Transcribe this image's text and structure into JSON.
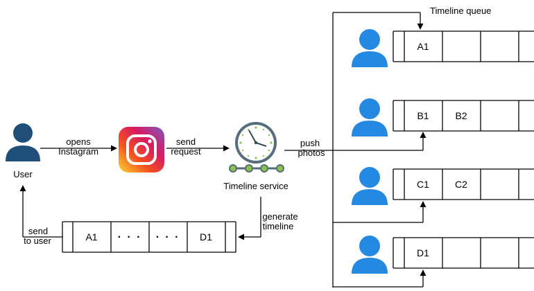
{
  "colors": {
    "user_dark": "#1f4e79",
    "follower_blue": "#2489e0",
    "clock_face": "#ffffff",
    "clock_rim": "#546e7a",
    "clock_base": "#546e7a",
    "clock_node": "#8bc34a",
    "line": "#000000"
  },
  "user": {
    "label": "User"
  },
  "instagram": {
    "icon": "instagram-logo"
  },
  "timeline_service": {
    "label": "Timeline service",
    "icon": "clock-icon"
  },
  "arrows": {
    "opens": [
      "opens",
      "Instagram"
    ],
    "send_request": [
      "send",
      "request"
    ],
    "push_photos": [
      "push",
      "photos"
    ],
    "generate_timeline": [
      "generate",
      "timeline"
    ],
    "send_to_user": [
      "send",
      "to user"
    ]
  },
  "queue_title": "Timeline queue",
  "queues": [
    {
      "cells": [
        "A1",
        "",
        "",
        ""
      ]
    },
    {
      "cells": [
        "B1",
        "B2",
        "",
        ""
      ]
    },
    {
      "cells": [
        "C1",
        "C2",
        "",
        ""
      ]
    },
    {
      "cells": [
        "D1",
        "",
        "",
        ""
      ]
    }
  ],
  "result_queue": {
    "cells": [
      "A1",
      "· · ·",
      "· · ·",
      "D1"
    ]
  }
}
